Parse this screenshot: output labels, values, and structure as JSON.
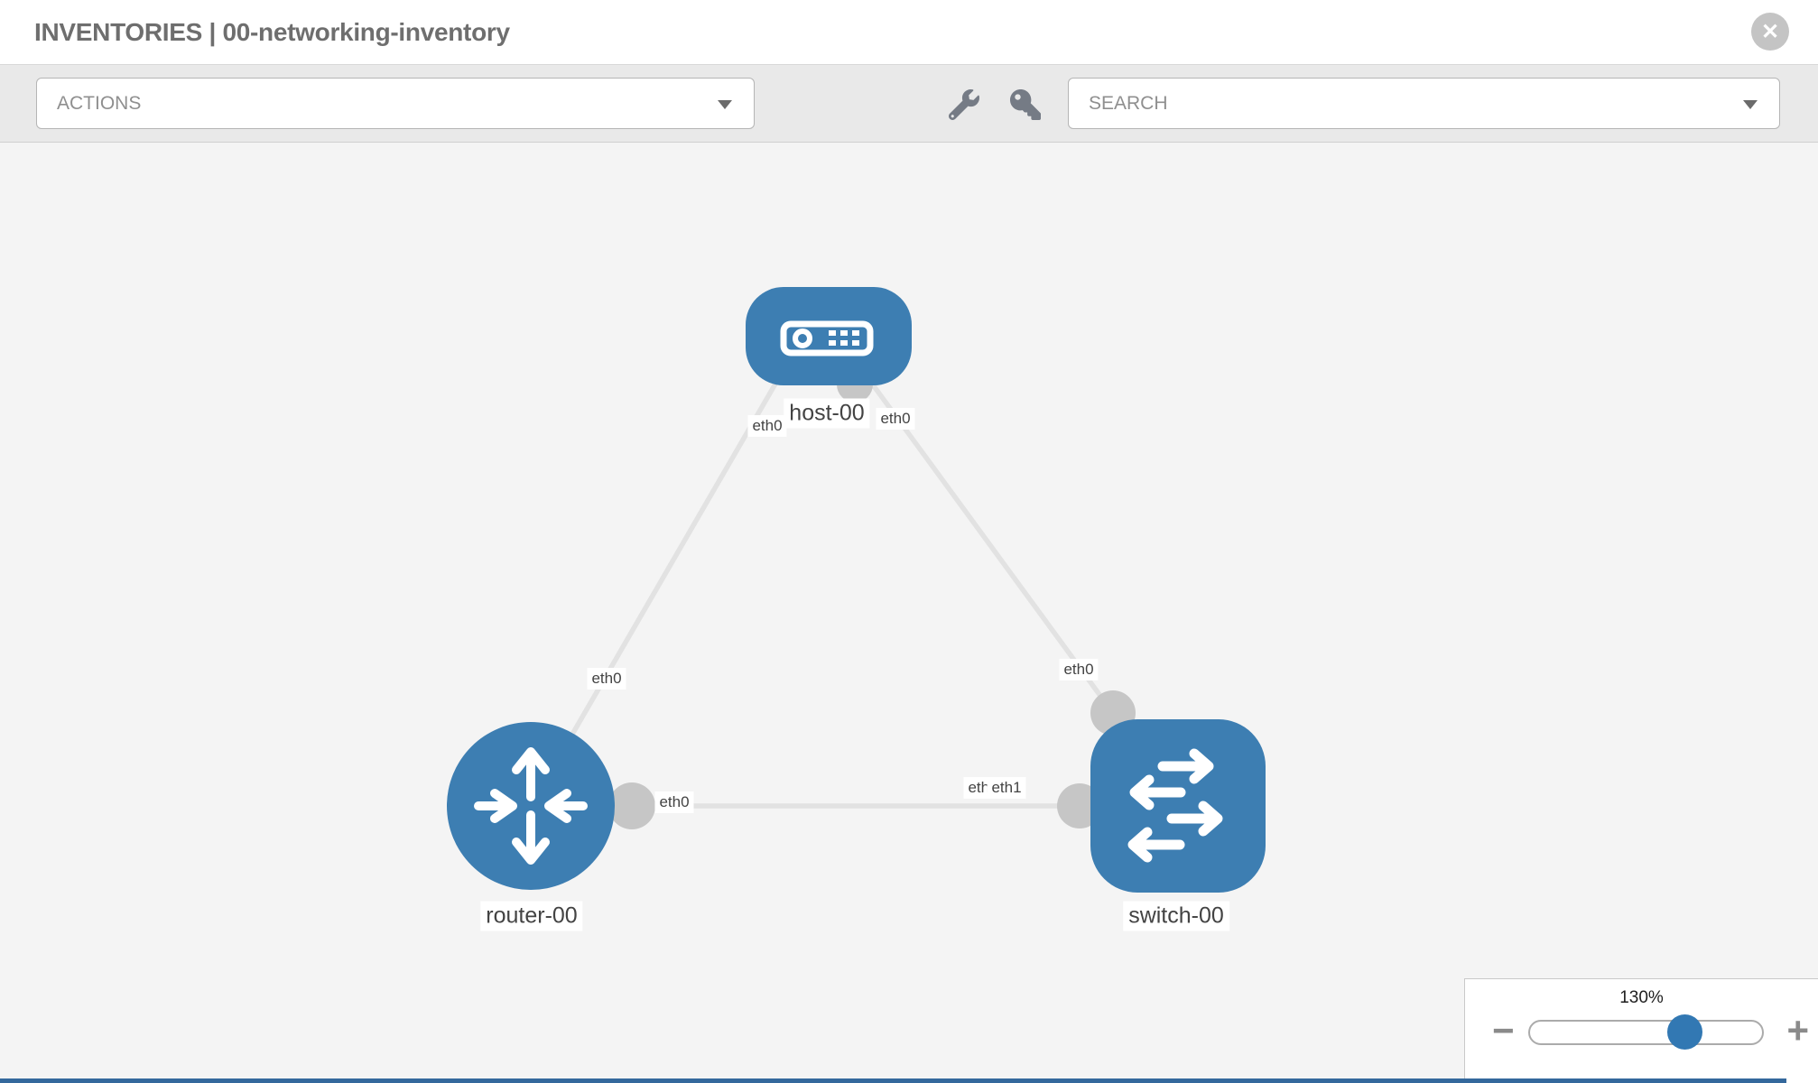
{
  "header": {
    "title": "INVENTORIES | 00-networking-inventory",
    "close_label": "✕"
  },
  "toolbar": {
    "actions_label": "ACTIONS",
    "search_placeholder": "SEARCH",
    "wrench_icon": "wrench-icon",
    "key_icon": "key-icon"
  },
  "topology": {
    "nodes": [
      {
        "id": "host-00",
        "label": "host-00",
        "type": "host",
        "icon": "host-device-icon"
      },
      {
        "id": "router-00",
        "label": "router-00",
        "type": "router",
        "icon": "router-arrows-icon"
      },
      {
        "id": "switch-00",
        "label": "switch-00",
        "type": "switch",
        "icon": "switch-arrows-icon"
      }
    ],
    "links": [
      {
        "from": "host-00",
        "to": "router-00",
        "from_iface": "eth0",
        "to_iface": "eth0"
      },
      {
        "from": "host-00",
        "to": "switch-00",
        "from_iface": "eth0",
        "to_iface": "eth0"
      },
      {
        "from": "router-00",
        "to": "switch-00",
        "from_iface": "eth0",
        "to_iface": "eth1"
      }
    ],
    "iface_labels": {
      "host_left": "eth0",
      "host_right": "eth0",
      "router_top": "eth0",
      "switch_top": "eth0",
      "router_right": "eth0",
      "mid_under": "eth0",
      "mid_over": "eth1"
    }
  },
  "zoom_control": {
    "value": "130%",
    "minus_label": "−",
    "plus_label": "+"
  },
  "colors": {
    "node_blue": "#3d7eb2",
    "connector_gray": "#c6c6c6",
    "edge_gray": "#e2e2e2",
    "thumb_blue": "#3278b3"
  }
}
